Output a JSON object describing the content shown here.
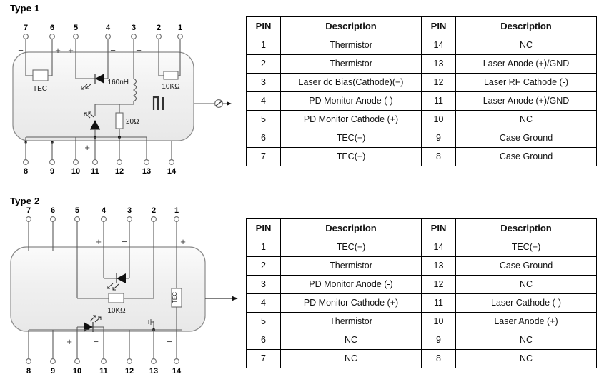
{
  "sections": [
    {
      "title": "Type 1",
      "diagram": {
        "top_pins": [
          "7",
          "6",
          "5",
          "4",
          "3",
          "2",
          "1"
        ],
        "bottom_pins": [
          "8",
          "9",
          "10",
          "11",
          "12",
          "13",
          "14"
        ],
        "top_polarities": [
          "−",
          "+",
          "+",
          "−",
          "−",
          "",
          ""
        ],
        "bottom_polarities": [
          "",
          "",
          "",
          "+",
          "",
          "",
          ""
        ],
        "components": [
          {
            "name": "tec",
            "label": "TEC"
          },
          {
            "name": "inductor",
            "label": "160nH"
          },
          {
            "name": "resistor-10k",
            "label": "10KΩ"
          },
          {
            "name": "resistor-20",
            "label": "20Ω"
          }
        ]
      },
      "table": {
        "headers": [
          "PIN",
          "Description",
          "PIN",
          "Description"
        ],
        "rows": [
          [
            "1",
            "Thermistor",
            "14",
            "NC"
          ],
          [
            "2",
            "Thermistor",
            "13",
            "Laser Anode (+)/GND"
          ],
          [
            "3",
            "Laser dc Bias(Cathode)(−)",
            "12",
            "Laser RF Cathode (-)"
          ],
          [
            "4",
            "PD Monitor Anode (-)",
            "11",
            "Laser Anode (+)/GND"
          ],
          [
            "5",
            "PD Monitor Cathode (+)",
            "10",
            "NC"
          ],
          [
            "6",
            "TEC(+)",
            "9",
            "Case Ground"
          ],
          [
            "7",
            "TEC(−)",
            "8",
            "Case Ground"
          ]
        ]
      }
    },
    {
      "title": "Type 2",
      "diagram": {
        "top_pins": [
          "7",
          "6",
          "5",
          "4",
          "3",
          "2",
          "1"
        ],
        "bottom_pins": [
          "8",
          "9",
          "10",
          "11",
          "12",
          "13",
          "14"
        ],
        "top_polarities": [
          "",
          "",
          "",
          "+",
          "−",
          "",
          "+"
        ],
        "bottom_polarities": [
          "",
          "",
          "+",
          "−",
          "",
          "",
          "−"
        ],
        "components": [
          {
            "name": "resistor-10k",
            "label": "10KΩ"
          },
          {
            "name": "tec",
            "label": "TEC"
          }
        ]
      },
      "table": {
        "headers": [
          "PIN",
          "Description",
          "PIN",
          "Description"
        ],
        "rows": [
          [
            "1",
            "TEC(+)",
            "14",
            "TEC(−)"
          ],
          [
            "2",
            "Thermistor",
            "13",
            "Case Ground"
          ],
          [
            "3",
            "PD Monitor Anode (-)",
            "12",
            "NC"
          ],
          [
            "4",
            "PD Monitor Cathode (+)",
            "11",
            "Laser Cathode (-)"
          ],
          [
            "5",
            "Thermistor",
            "10",
            "Laser Anode (+)"
          ],
          [
            "6",
            "NC",
            "9",
            "NC"
          ],
          [
            "7",
            "NC",
            "8",
            "NC"
          ]
        ]
      }
    }
  ],
  "colors": {
    "wire": "#5a5a5a",
    "text": "#111111",
    "border": "#000000",
    "body_fill": "#f2f2f2"
  }
}
